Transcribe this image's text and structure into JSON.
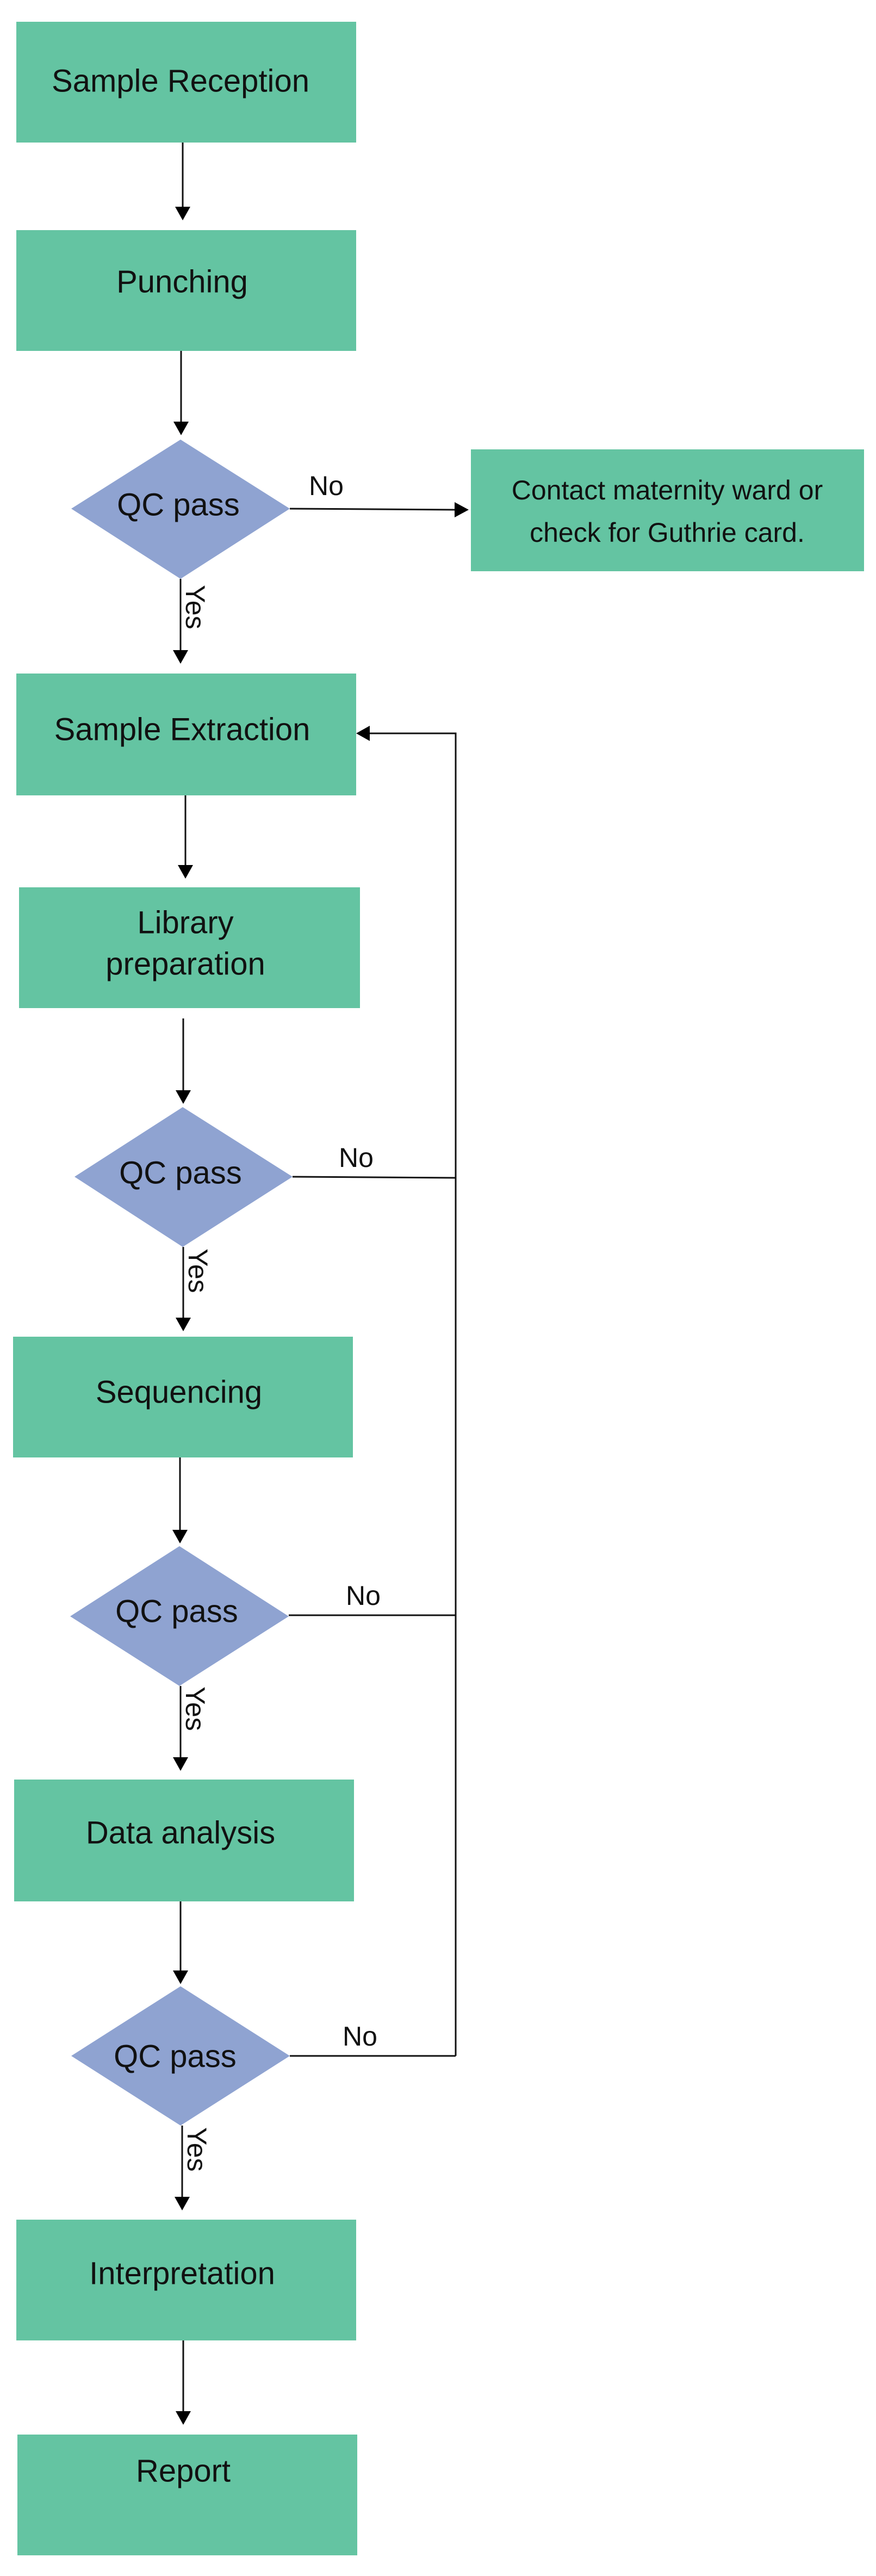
{
  "nodes": {
    "sample_reception": "Sample Reception",
    "punching": "Punching",
    "qc1": "QC pass",
    "contact": [
      "Contact maternity ward or",
      "check for Guthrie card."
    ],
    "sample_extraction": "Sample Extraction",
    "library_preparation": [
      "Library",
      "preparation"
    ],
    "qc2": "QC pass",
    "sequencing": "Sequencing",
    "qc3": "QC pass",
    "data_analysis": "Data analysis",
    "qc4": "QC pass",
    "interpretation": "Interpretation",
    "report": "Report"
  },
  "edge_labels": {
    "yes": "Yes",
    "no": "No"
  },
  "colors": {
    "process_fill": "#64c4a2",
    "decision_fill": "#8fa3d1",
    "edge": "#111111"
  }
}
